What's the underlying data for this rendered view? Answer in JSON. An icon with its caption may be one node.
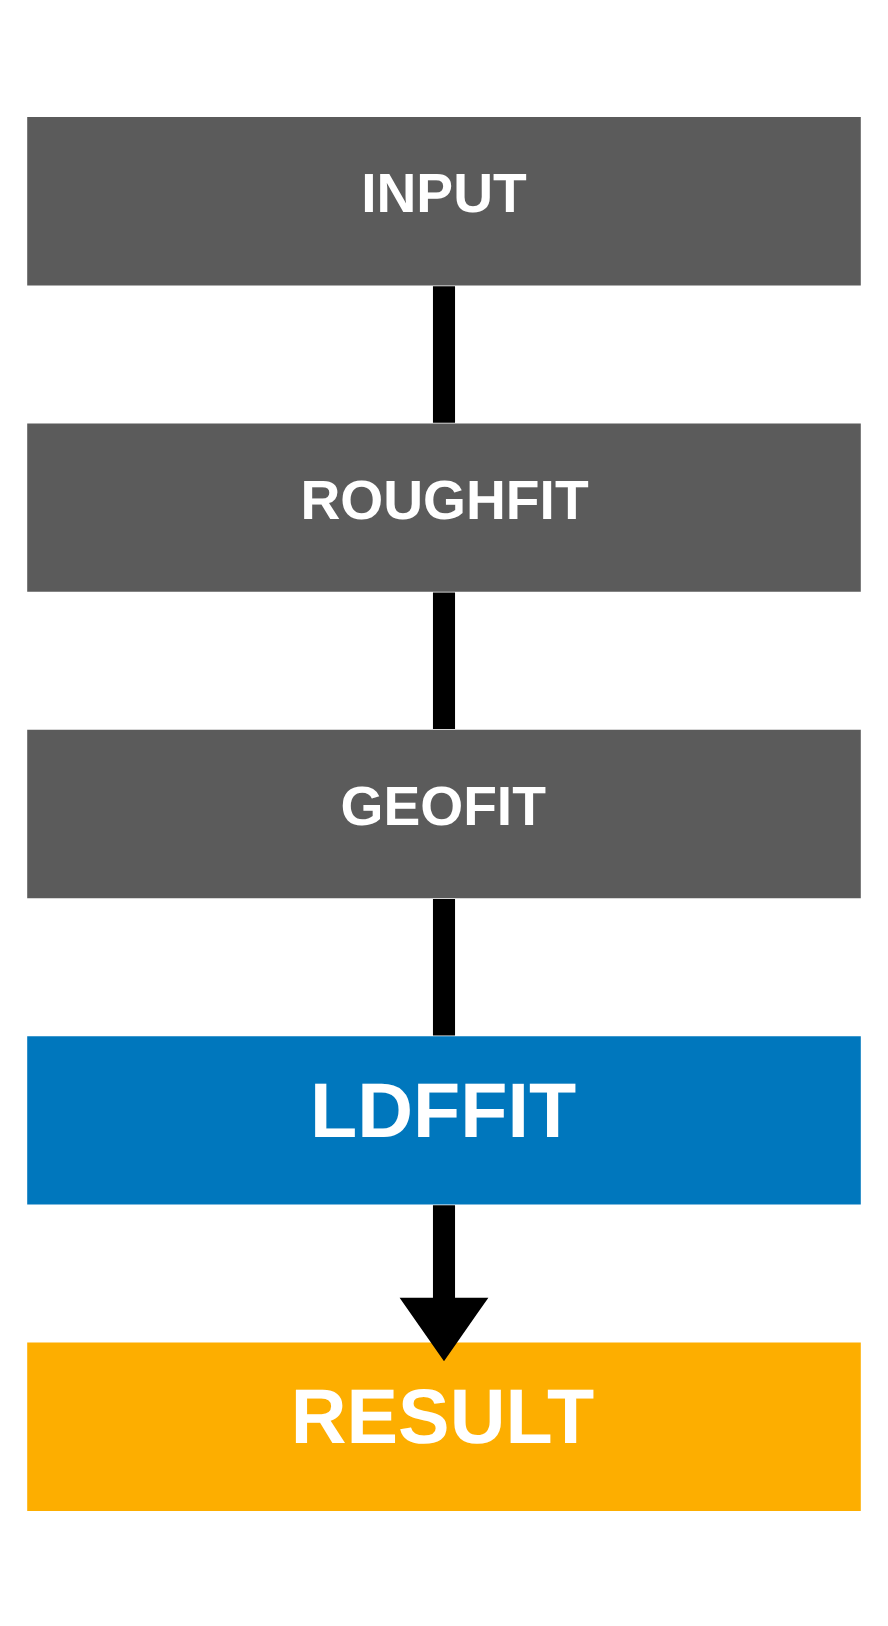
{
  "diagram": {
    "nodes": [
      {
        "text": [
          "INPUT"
        ]
      },
      {
        "text": [
          "ROUGHFIT"
        ]
      },
      {
        "text": [
          "GEOFIT"
        ]
      },
      {
        "text": [
          "LDFFIT"
        ]
      },
      {
        "text": [
          "RESULT"
        ]
      }
    ],
    "edges": [
      {
        "from": 0,
        "to": 1,
        "arrow": "none"
      },
      {
        "from": 1,
        "to": 2,
        "arrow": "none"
      },
      {
        "from": 2,
        "to": 3,
        "arrow": "none"
      },
      {
        "from": 3,
        "to": 4,
        "arrow": "to"
      }
    ]
  }
}
